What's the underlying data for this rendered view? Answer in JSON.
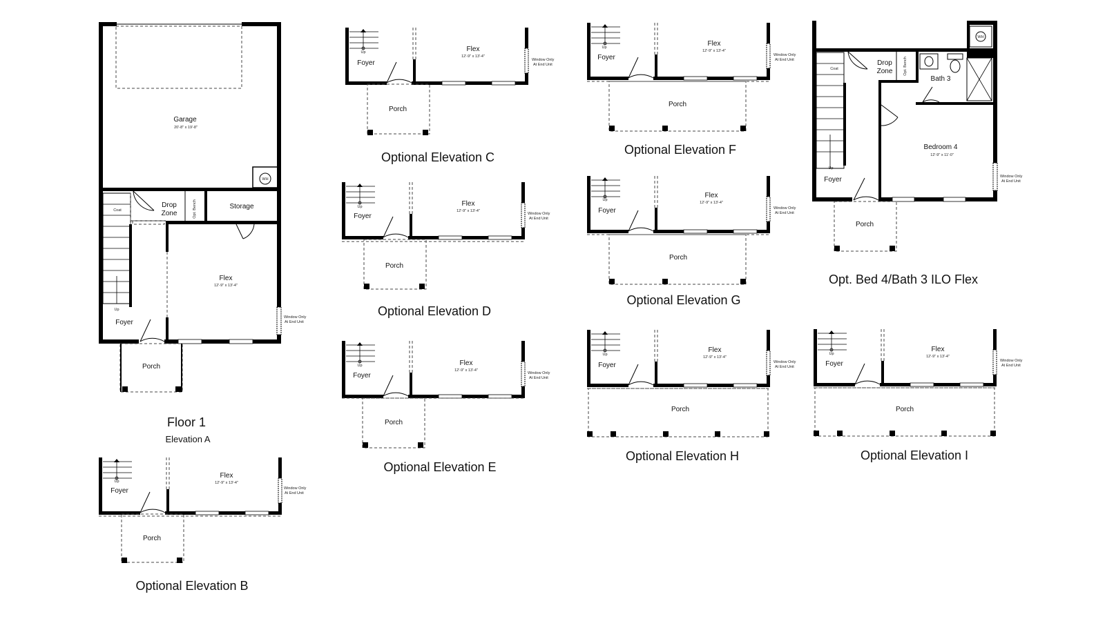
{
  "floor1": {
    "title": "Floor 1",
    "subtitle": "Elevation A",
    "garage": {
      "label": "Garage",
      "dim": "20'-8\" x 19'-8\""
    },
    "wh": "WH",
    "drop_zone": "Drop Zone",
    "drop_zone_l1": "Drop",
    "drop_zone_l2": "Zone",
    "opt_bench": "Opt. Bench",
    "coat": "Coat",
    "storage": "Storage",
    "flex": {
      "label": "Flex",
      "dim": "12'-9\" x 13'-4\""
    },
    "up": "Up",
    "foyer": "Foyer",
    "porch": "Porch",
    "window_note_1": "Window Only",
    "window_note_2": "At End Unit"
  },
  "elevations": [
    {
      "id": "b",
      "caption": "Optional Elevation B",
      "foyer": "Foyer",
      "flex": "Flex",
      "flex_dim": "12'-9\" x 13'-4\"",
      "porch": "Porch",
      "up": "Up",
      "win1": "Window Only",
      "win2": "At End Unit"
    },
    {
      "id": "c",
      "caption": "Optional Elevation C",
      "foyer": "Foyer",
      "flex": "Flex",
      "flex_dim": "12'-9\" x 13'-4\"",
      "porch": "Porch",
      "up": "Up",
      "win1": "Window Only",
      "win2": "At End Unit"
    },
    {
      "id": "d",
      "caption": "Optional Elevation D",
      "foyer": "Foyer",
      "flex": "Flex",
      "flex_dim": "12'-9\" x 13'-4\"",
      "porch": "Porch",
      "up": "Up",
      "win1": "Window Only",
      "win2": "At End Unit"
    },
    {
      "id": "e",
      "caption": "Optional Elevation E",
      "foyer": "Foyer",
      "flex": "Flex",
      "flex_dim": "12'-9\" x 13'-4\"",
      "porch": "Porch",
      "up": "Up",
      "win1": "Window Only",
      "win2": "At End Unit"
    },
    {
      "id": "f",
      "caption": "Optional Elevation F",
      "foyer": "Foyer",
      "flex": "Flex",
      "flex_dim": "12'-9\" x 13'-4\"",
      "porch": "Porch",
      "up": "Up",
      "win1": "Window Only",
      "win2": "At End Unit"
    },
    {
      "id": "g",
      "caption": "Optional Elevation G",
      "foyer": "Foyer",
      "flex": "Flex",
      "flex_dim": "12'-9\" x 13'-4\"",
      "porch": "Porch",
      "up": "Up",
      "win1": "Window Only",
      "win2": "At End Unit"
    },
    {
      "id": "h",
      "caption": "Optional Elevation H",
      "foyer": "Foyer",
      "flex": "Flex",
      "flex_dim": "12'-9\" x 13'-4\"",
      "porch": "Porch",
      "up": "Up",
      "win1": "Window Only",
      "win2": "At End Unit"
    },
    {
      "id": "i",
      "caption": "Optional Elevation I",
      "foyer": "Foyer",
      "flex": "Flex",
      "flex_dim": "12'-9\" x 13'-4\"",
      "porch": "Porch",
      "up": "Up",
      "win1": "Window Only",
      "win2": "At End Unit"
    }
  ],
  "optbed": {
    "caption": "Opt. Bed 4/Bath 3 ILO Flex",
    "drop_l1": "Drop",
    "drop_l2": "Zone",
    "opt_bench": "Opt. Bench",
    "coat": "Coat",
    "wh": "WH",
    "bath": "Bath 3",
    "bedroom": "Bedroom 4",
    "bedroom_dim": "12'-9\" x 11'-0\"",
    "up": "Up",
    "foyer": "Foyer",
    "porch": "Porch",
    "win1": "Window Only",
    "win2": "At End Unit"
  }
}
